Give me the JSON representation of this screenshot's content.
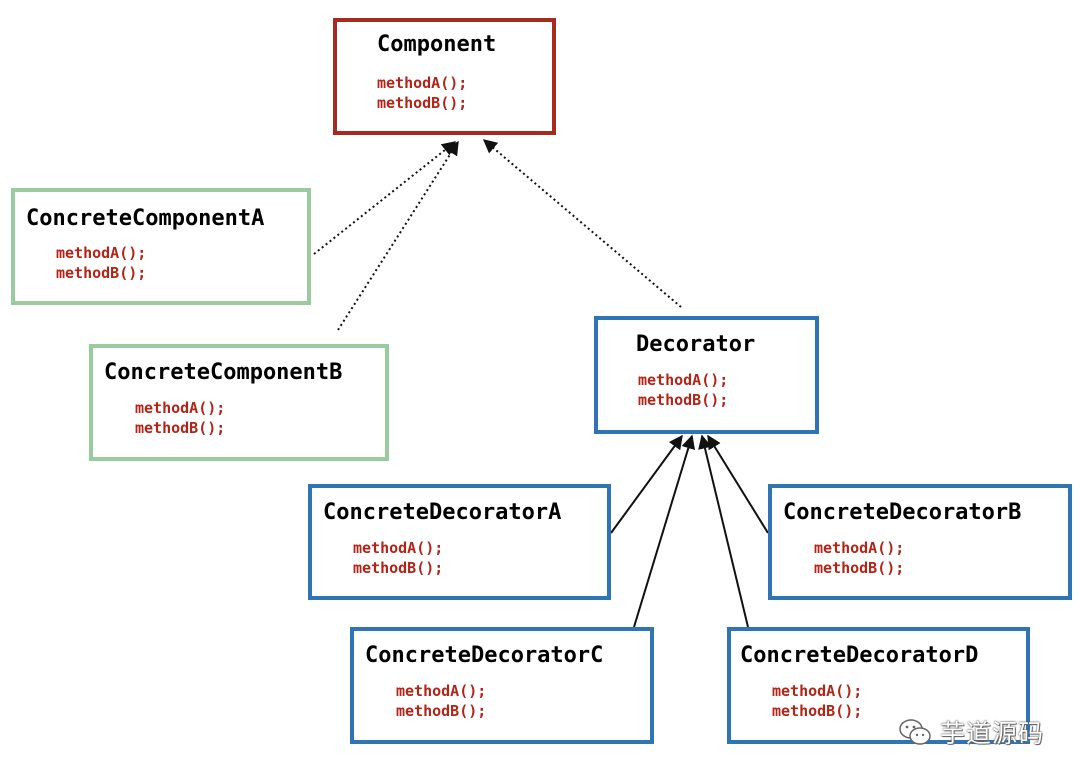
{
  "colors": {
    "interface_border": "#a52a1f",
    "concrete_component_border": "#9acb9e",
    "decorator_border": "#2f74b5",
    "method_text": "#b22418",
    "title_text": "#000000",
    "connector_line": "#111111"
  },
  "nodes": {
    "component": {
      "title": "Component",
      "methods": [
        "methodA();",
        "methodB();"
      ]
    },
    "concrete_component_a": {
      "title": "ConcreteComponentA",
      "methods": [
        "methodA();",
        "methodB();"
      ]
    },
    "concrete_component_b": {
      "title": "ConcreteComponentB",
      "methods": [
        "methodA();",
        "methodB();"
      ]
    },
    "decorator": {
      "title": "Decorator",
      "methods": [
        "methodA();",
        "methodB();"
      ]
    },
    "concrete_decorator_a": {
      "title": "ConcreteDecoratorA",
      "methods": [
        "methodA();",
        "methodB();"
      ]
    },
    "concrete_decorator_b": {
      "title": "ConcreteDecoratorB",
      "methods": [
        "methodA();",
        "methodB();"
      ]
    },
    "concrete_decorator_c": {
      "title": "ConcreteDecoratorC",
      "methods": [
        "methodA();",
        "methodB();"
      ]
    },
    "concrete_decorator_d": {
      "title": "ConcreteDecoratorD",
      "methods": [
        "methodA();",
        "methodB();"
      ]
    }
  },
  "edges": [
    {
      "from": "concrete_component_a",
      "to": "component",
      "style": "dotted"
    },
    {
      "from": "concrete_component_b",
      "to": "component",
      "style": "dotted"
    },
    {
      "from": "decorator",
      "to": "component",
      "style": "dotted"
    },
    {
      "from": "concrete_decorator_a",
      "to": "decorator",
      "style": "solid"
    },
    {
      "from": "concrete_decorator_b",
      "to": "decorator",
      "style": "solid"
    },
    {
      "from": "concrete_decorator_c",
      "to": "decorator",
      "style": "solid"
    },
    {
      "from": "concrete_decorator_d",
      "to": "decorator",
      "style": "solid"
    }
  ],
  "watermark": {
    "text": "芋道源码",
    "icon": "wechat-icon"
  }
}
